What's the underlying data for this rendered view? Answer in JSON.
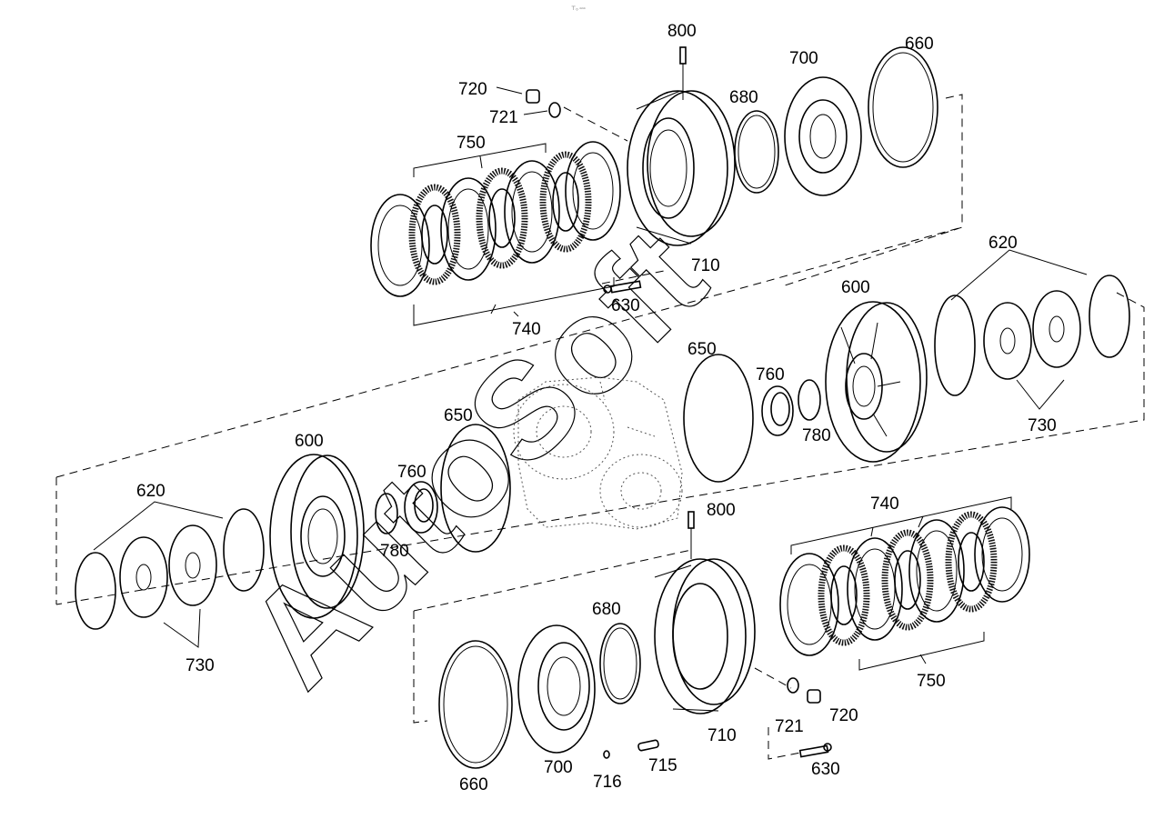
{
  "header": {
    "tiny_text": "⊤₀ ▫▫▫"
  },
  "watermark": {
    "text": "AutoSoft"
  },
  "callouts": [
    {
      "id": "c-800-top",
      "text": "800"
    },
    {
      "id": "c-720-top",
      "text": "720"
    },
    {
      "id": "c-721-top",
      "text": "721"
    },
    {
      "id": "c-750-top",
      "text": "750"
    },
    {
      "id": "c-680-top",
      "text": "680"
    },
    {
      "id": "c-700-top",
      "text": "700"
    },
    {
      "id": "c-660-top",
      "text": "660"
    },
    {
      "id": "c-710-top",
      "text": "710"
    },
    {
      "id": "c-630-top",
      "text": "630"
    },
    {
      "id": "c-740-top",
      "text": "740"
    },
    {
      "id": "c-620-right",
      "text": "620"
    },
    {
      "id": "c-600-right",
      "text": "600"
    },
    {
      "id": "c-650-right",
      "text": "650"
    },
    {
      "id": "c-760-right",
      "text": "760"
    },
    {
      "id": "c-780-right",
      "text": "780"
    },
    {
      "id": "c-730-right",
      "text": "730"
    },
    {
      "id": "c-600-left",
      "text": "600"
    },
    {
      "id": "c-650-left",
      "text": "650"
    },
    {
      "id": "c-760-left",
      "text": "760"
    },
    {
      "id": "c-620-left",
      "text": "620"
    },
    {
      "id": "c-780-left",
      "text": "780"
    },
    {
      "id": "c-730-left",
      "text": "730"
    },
    {
      "id": "c-800-bottom",
      "text": "800"
    },
    {
      "id": "c-740-bottom",
      "text": "740"
    },
    {
      "id": "c-680-bottom",
      "text": "680"
    },
    {
      "id": "c-750-bottom",
      "text": "750"
    },
    {
      "id": "c-710-bottom",
      "text": "710"
    },
    {
      "id": "c-721-bottom",
      "text": "721"
    },
    {
      "id": "c-720-bottom",
      "text": "720"
    },
    {
      "id": "c-660-bottom",
      "text": "660"
    },
    {
      "id": "c-700-bottom",
      "text": "700"
    },
    {
      "id": "c-715-bottom",
      "text": "715"
    },
    {
      "id": "c-716-bottom",
      "text": "716"
    },
    {
      "id": "c-630-bottom",
      "text": "630"
    }
  ]
}
